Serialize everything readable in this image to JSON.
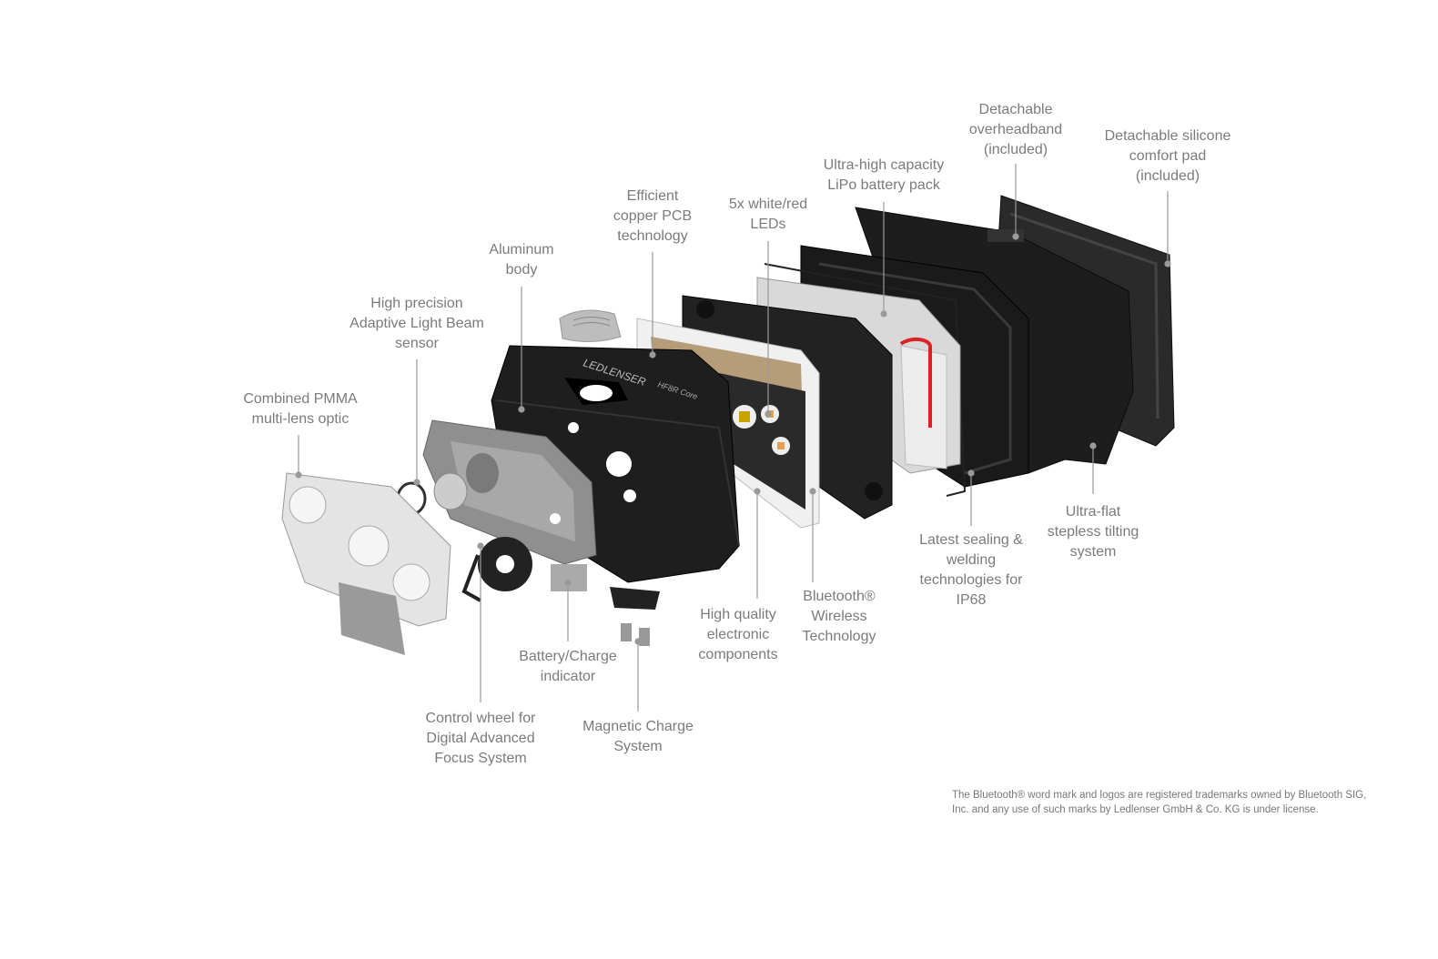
{
  "labels": [
    {
      "id": "optic",
      "lines": [
        "Combined PMMA",
        "multi-lens optic"
      ]
    },
    {
      "id": "sensor",
      "lines": [
        "High precision",
        "Adaptive Light Beam",
        "sensor"
      ]
    },
    {
      "id": "body",
      "lines": [
        "Aluminum",
        "body"
      ]
    },
    {
      "id": "pcb",
      "lines": [
        "Efficient",
        "copper PCB",
        "technology"
      ]
    },
    {
      "id": "leds",
      "lines": [
        "5x white/red",
        "LEDs"
      ]
    },
    {
      "id": "battery",
      "lines": [
        "Ultra-high capacity",
        "LiPo battery pack"
      ]
    },
    {
      "id": "overheadband",
      "lines": [
        "Detachable",
        "overheadband",
        "(included)"
      ]
    },
    {
      "id": "pad",
      "lines": [
        "Detachable silicone",
        "comfort pad",
        "(included)"
      ]
    },
    {
      "id": "tilt",
      "lines": [
        "Ultra-flat",
        "stepless tilting",
        "system"
      ]
    },
    {
      "id": "sealing",
      "lines": [
        "Latest sealing &",
        "welding",
        "technologies for",
        "IP68"
      ]
    },
    {
      "id": "bluetooth",
      "lines": [
        "Bluetooth®",
        "Wireless",
        "Technology"
      ]
    },
    {
      "id": "electronics",
      "lines": [
        "High quality",
        "electronic",
        "components"
      ]
    },
    {
      "id": "magnetic",
      "lines": [
        "Magnetic Charge",
        "System"
      ]
    },
    {
      "id": "indicator",
      "lines": [
        "Battery/Charge",
        "indicator"
      ]
    },
    {
      "id": "wheel",
      "lines": [
        "Control wheel for",
        "Digital Advanced",
        "Focus System"
      ]
    }
  ],
  "product_marking": {
    "brand": "LEDLENSER",
    "model": "HF8R Core"
  },
  "footnote": [
    "The Bluetooth® word mark and logos are registered trademarks owned by Bluetooth SIG,",
    "Inc. and any use of such marks by Ledlenser GmbH & Co. KG is under license."
  ]
}
